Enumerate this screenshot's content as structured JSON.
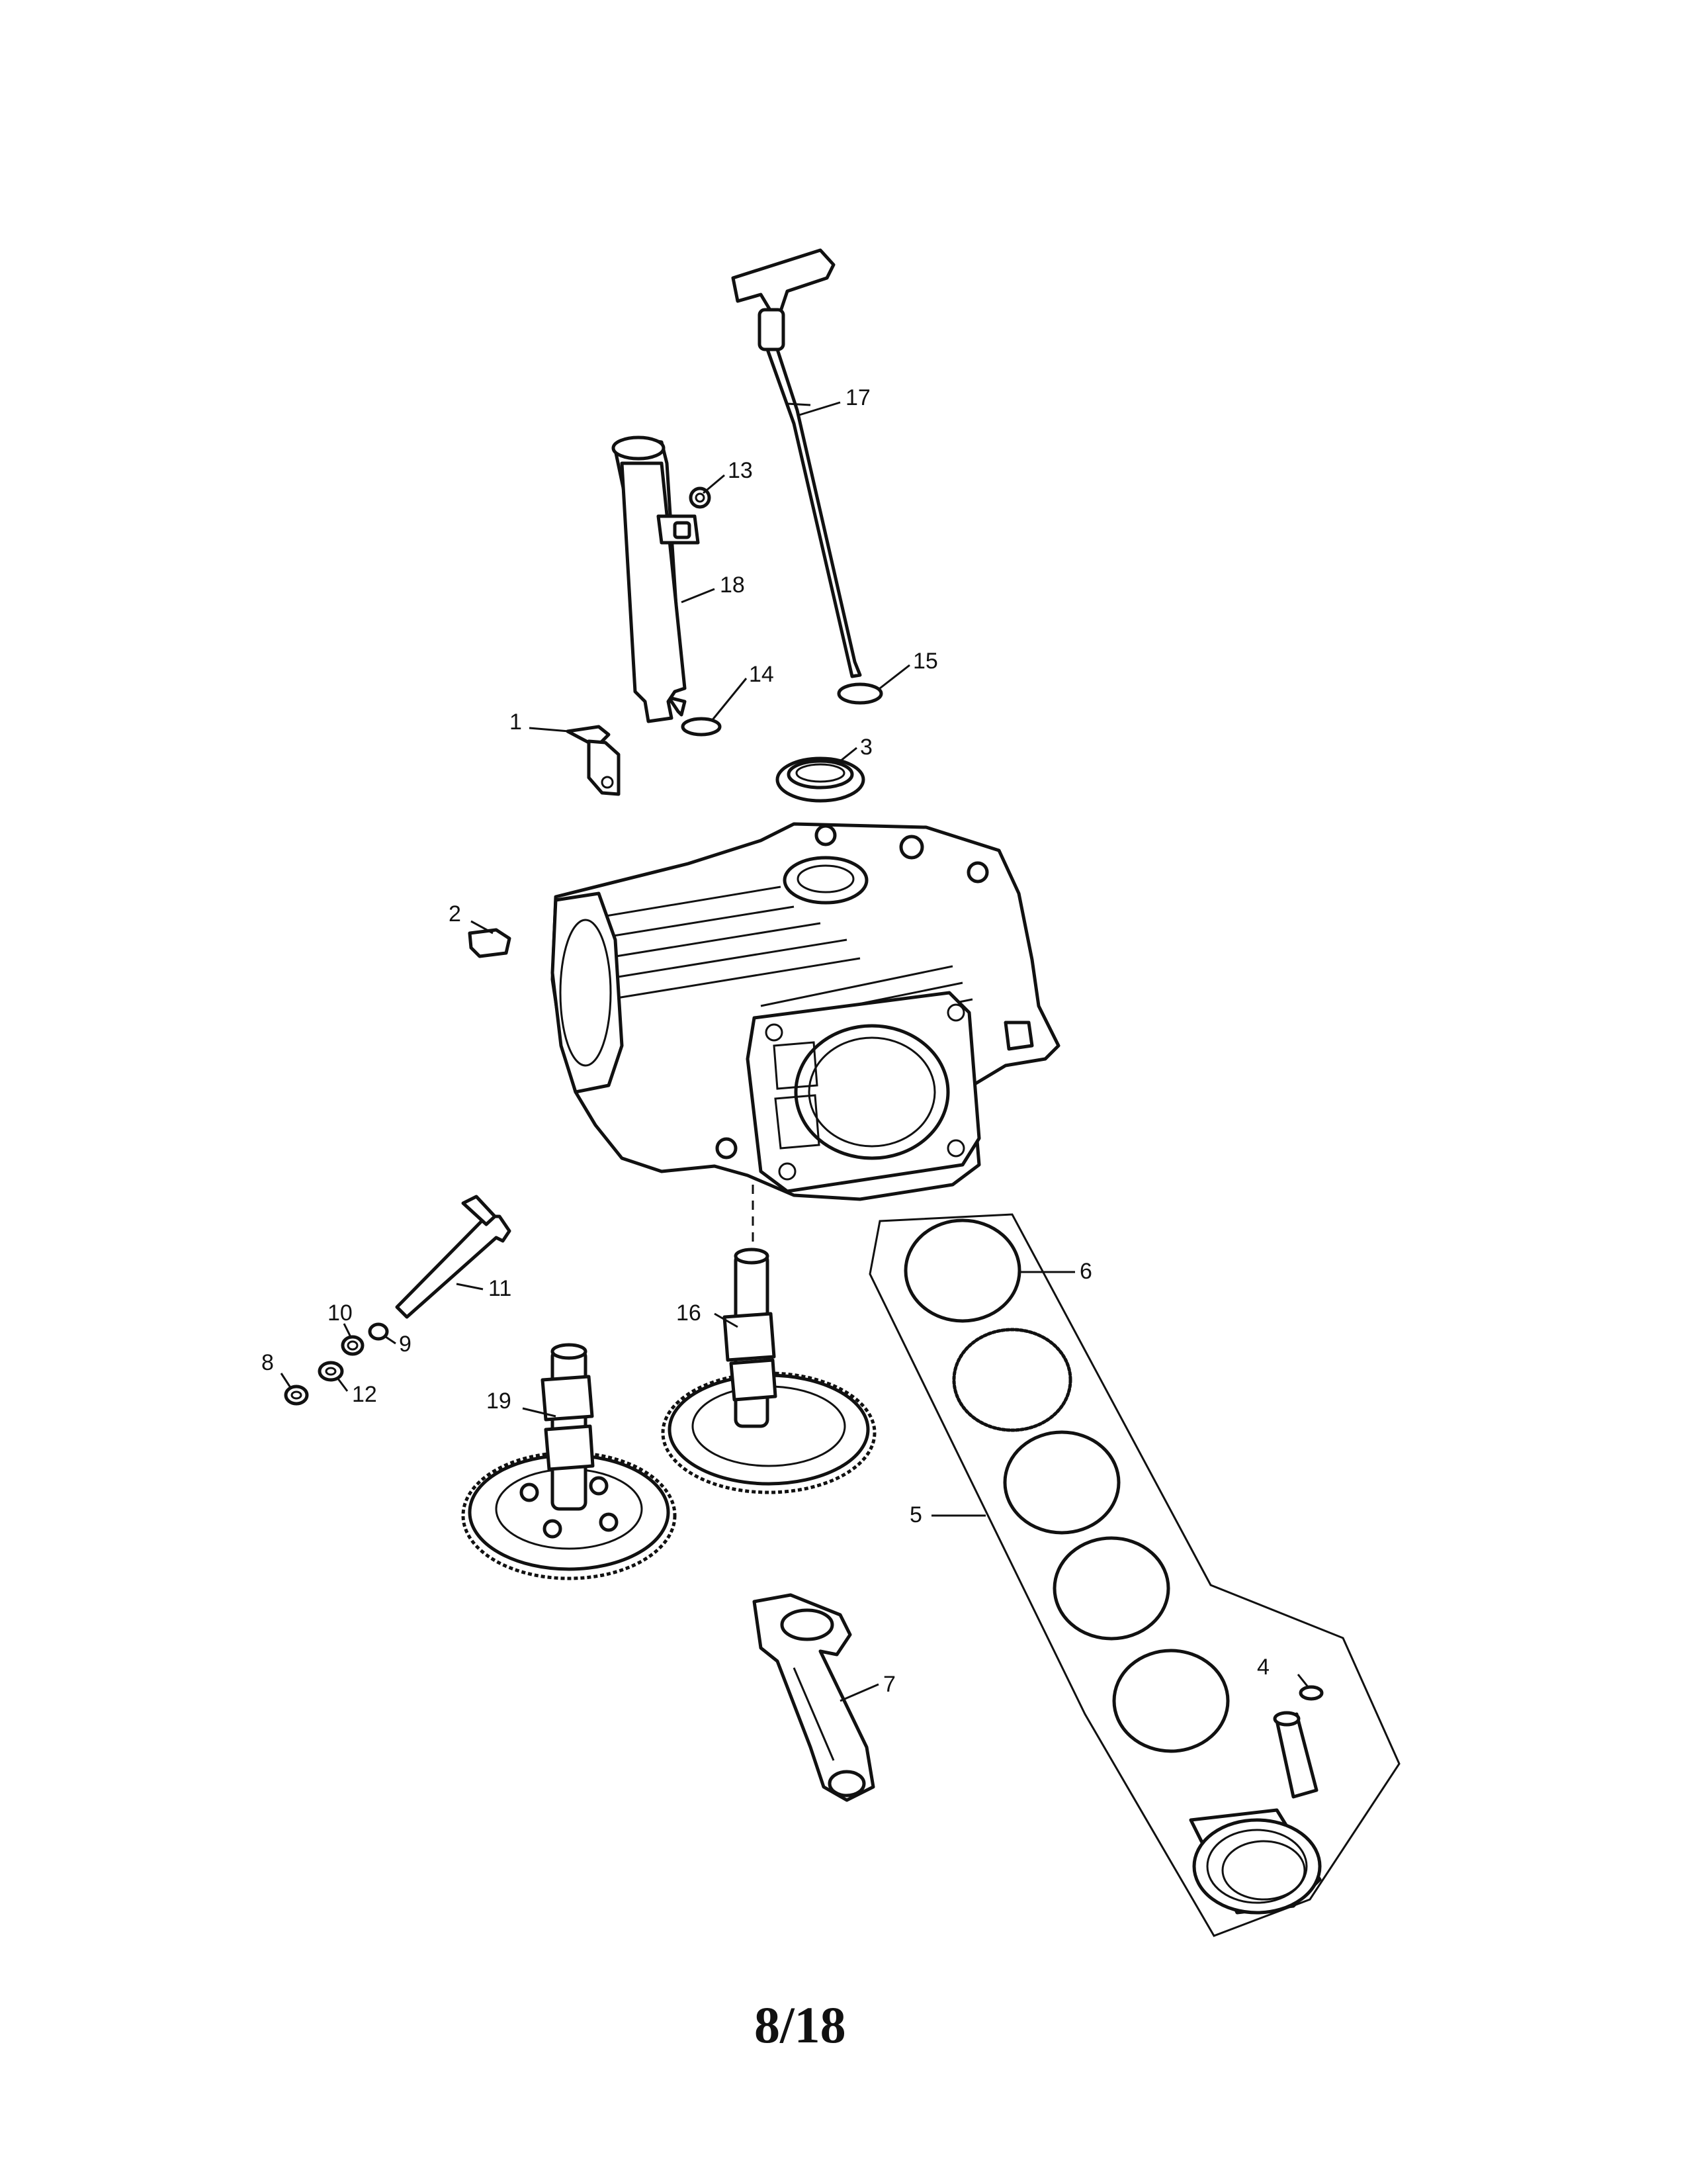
{
  "page": {
    "number": "8/18"
  },
  "callouts": {
    "c1": "1",
    "c2": "2",
    "c3": "3",
    "c4": "4",
    "c5": "5",
    "c6": "6",
    "c7": "7",
    "c8": "8",
    "c9": "9",
    "c10": "10",
    "c11": "11",
    "c12": "12",
    "c13": "13",
    "c14": "14",
    "c15": "15",
    "c16": "16",
    "c17": "17",
    "c18": "18",
    "c19": "19"
  }
}
